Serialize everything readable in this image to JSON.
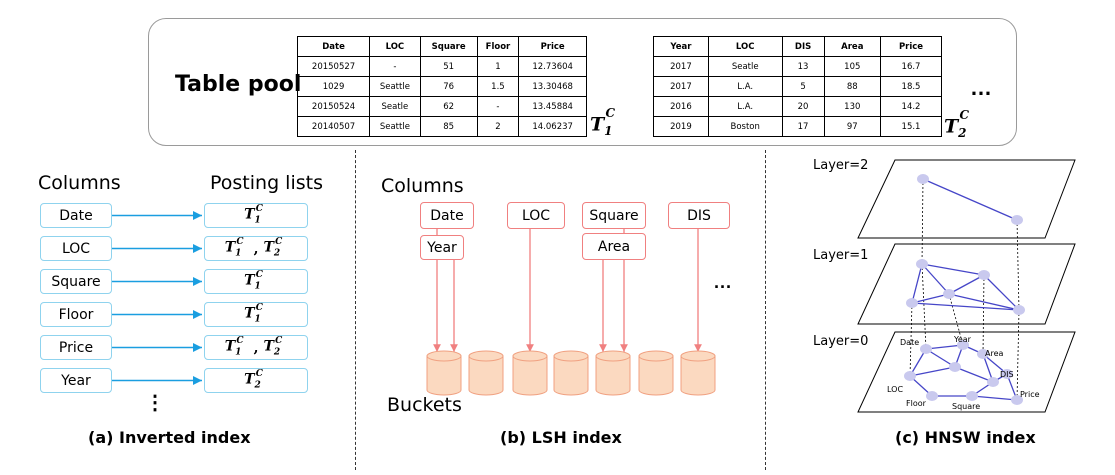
{
  "table_pool": {
    "title": "Table pool",
    "table1": {
      "headers": [
        "Date",
        "LOC",
        "Square",
        "Floor",
        "Price"
      ],
      "rows": [
        [
          "20150527",
          "-",
          "51",
          "1",
          "12.73604"
        ],
        [
          "1029",
          "Seattle",
          "76",
          "1.5",
          "13.30468"
        ],
        [
          "20150524",
          "Seatle",
          "62",
          "-",
          "13.45884"
        ],
        [
          "20140507",
          "Seattle",
          "85",
          "2",
          "14.06237"
        ]
      ],
      "label_base": "T",
      "label_sup": "C",
      "label_sub": "1"
    },
    "table2": {
      "headers": [
        "Year",
        "LOC",
        "DIS",
        "Area",
        "Price"
      ],
      "rows": [
        [
          "2017",
          "Seatle",
          "13",
          "105",
          "16.7"
        ],
        [
          "2017",
          "L.A.",
          "5",
          "88",
          "18.5"
        ],
        [
          "2016",
          "L.A.",
          "20",
          "130",
          "14.2"
        ],
        [
          "2019",
          "Boston",
          "17",
          "97",
          "15.1"
        ]
      ],
      "label_base": "T",
      "label_sup": "C",
      "label_sub": "2"
    },
    "ellipsis": "…"
  },
  "inverted": {
    "columns_title": "Columns",
    "posting_title": "Posting lists",
    "columns": [
      "Date",
      "LOC",
      "Square",
      "Floor",
      "Price",
      "Year"
    ],
    "postings": [
      [
        "1"
      ],
      [
        "1",
        "2"
      ],
      [
        "1"
      ],
      [
        "1"
      ],
      [
        "1",
        "2"
      ],
      [
        "2"
      ]
    ],
    "posting_base": "T",
    "posting_sup": "C",
    "posting_sep": ",",
    "more": "⋮",
    "caption": "(a) Inverted index"
  },
  "lsh": {
    "columns_title": "Columns",
    "columns": [
      "Date",
      "Year",
      "LOC",
      "Square",
      "Area",
      "DIS"
    ],
    "more": "···",
    "buckets_title": "Buckets",
    "caption": "(b) LSH index"
  },
  "hnsw": {
    "layers": [
      "Layer=2",
      "Layer=1",
      "Layer=0"
    ],
    "node_labels": [
      "Date",
      "Year",
      "Area",
      "DIS",
      "LOC",
      "Floor",
      "Square",
      "Price"
    ],
    "caption": "(c) HNSW index"
  },
  "colors": {
    "inverted_box": "#8fd3ee",
    "inverted_arrow": "#1a9ee0",
    "lsh_box": "#f08080",
    "bucket_fill": "#fbd9c0",
    "bucket_stroke": "#f0a080",
    "hnsw_node": "#c9c9ee",
    "hnsw_edge": "#4646c8"
  }
}
